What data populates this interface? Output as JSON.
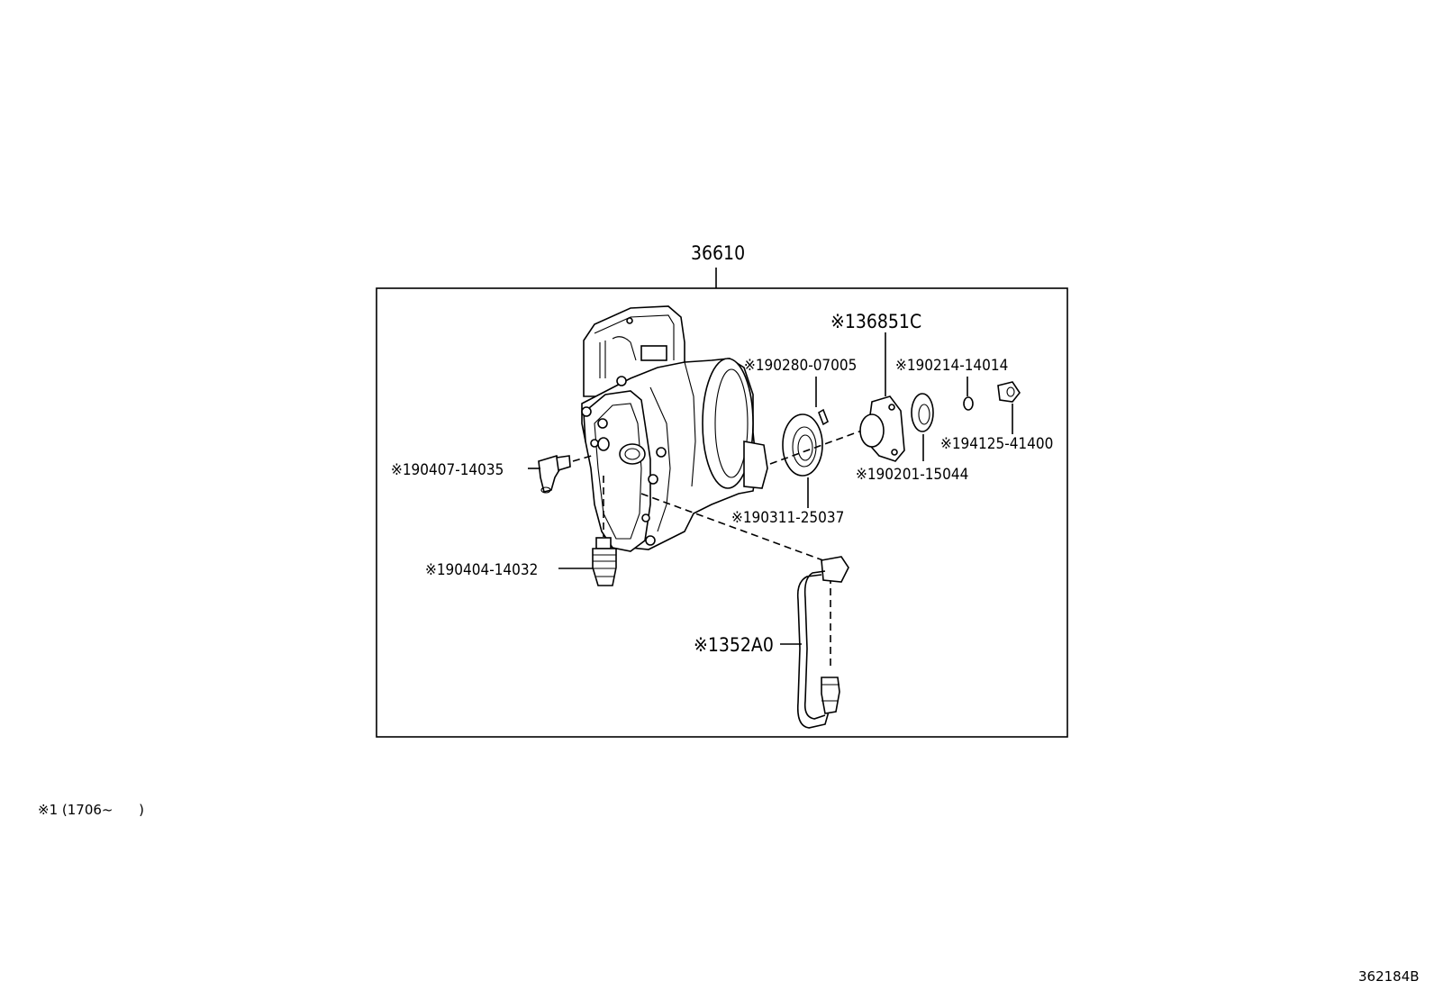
{
  "diagram": {
    "assembly_number": "36610",
    "parts": [
      {
        "id": "p36851C",
        "label": "※136851C"
      },
      {
        "id": "p190280",
        "label": "※190280-07005"
      },
      {
        "id": "p190214",
        "label": "※190214-14014"
      },
      {
        "id": "p194125",
        "label": "※194125-41400"
      },
      {
        "id": "p190201",
        "label": "※190201-15044"
      },
      {
        "id": "p190311",
        "label": "※190311-25037"
      },
      {
        "id": "p190407",
        "label": "※190407-14035"
      },
      {
        "id": "p190404",
        "label": "※190404-14032"
      },
      {
        "id": "p1352A0",
        "label": "※1352A0"
      }
    ],
    "footnote": "※1 (1706~      )",
    "reference_code": "362184B"
  }
}
